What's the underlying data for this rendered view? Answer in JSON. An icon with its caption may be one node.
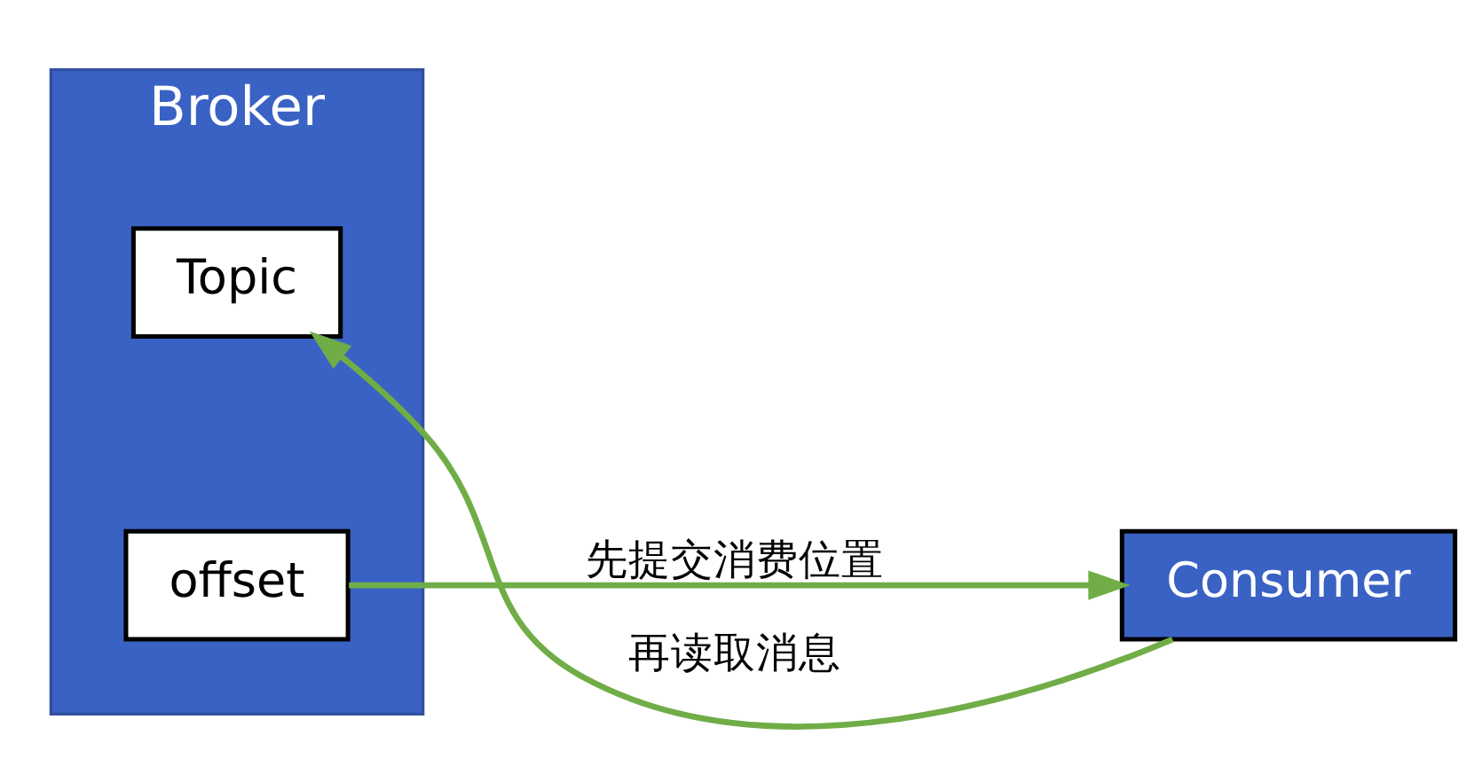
{
  "diagram": {
    "nodes": [
      {
        "text": [
          "Broker"
        ]
      },
      {
        "text": [
          "Topic"
        ],
        "in": 0
      },
      {
        "text": [
          "offset"
        ],
        "in": 0
      },
      {
        "text": [
          "Consumer"
        ]
      }
    ],
    "edges": [
      {
        "from": 3,
        "to": 1,
        "arrow": "to",
        "label": "再读取消息"
      },
      {
        "from": 2,
        "to": 3,
        "arrow": "to",
        "label": "先提交消费位置"
      }
    ]
  }
}
